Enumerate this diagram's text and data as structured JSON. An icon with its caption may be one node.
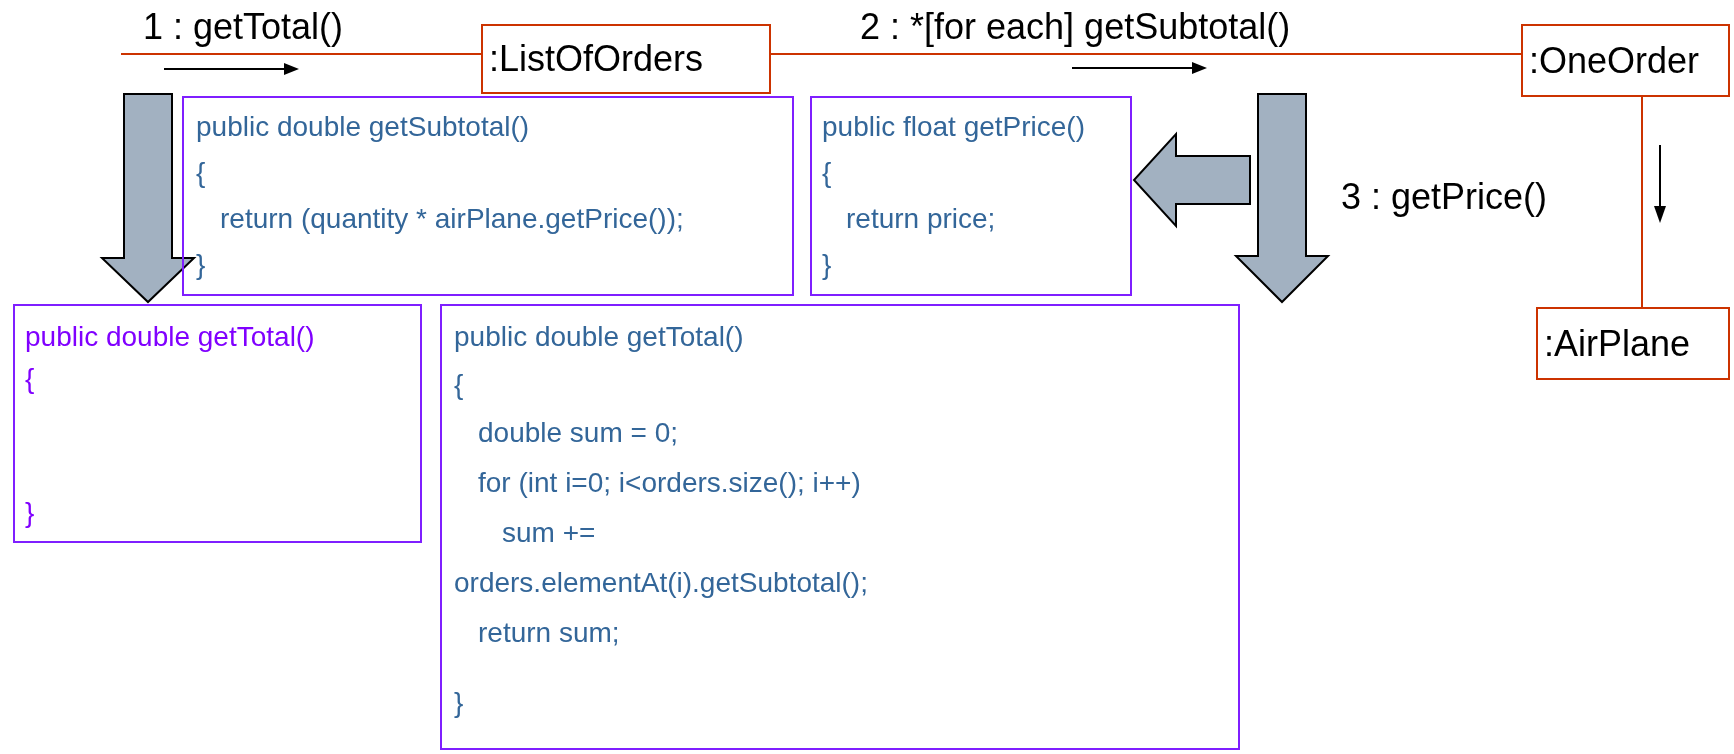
{
  "diagram": {
    "nodes": [
      {
        "text": [
          ":ListOfOrders"
        ]
      },
      {
        "text": [
          ":OneOrder"
        ]
      },
      {
        "text": [
          ":AirPlane"
        ]
      },
      {
        "text": [
          "public double getSubtotal()",
          "{",
          "return (quantity * airPlane.getPrice());",
          "}"
        ]
      },
      {
        "text": [
          "public float getPrice()",
          "{",
          "return price;",
          "}"
        ]
      },
      {
        "text": [
          "public double getTotal()",
          "{",
          "}"
        ]
      },
      {
        "text": [
          "public double getTotal()",
          "{",
          "double sum = 0;",
          "for (int i=0; i<orders.size(); i++)",
          "sum +=",
          "orders.elementAt(i).getSubtotal();",
          "return sum;",
          "}"
        ]
      }
    ],
    "edges": [
      {
        "from": null,
        "to": 0,
        "arrow": "none",
        "label": "1 : getTotal()"
      },
      {
        "from": 0,
        "to": 1,
        "arrow": "none",
        "label": "2 : *[for each] getSubtotal()"
      },
      {
        "from": 1,
        "to": 2,
        "arrow": "none",
        "label": "3 : getPrice()"
      },
      {
        "from": null,
        "to": 5,
        "arrow": "to",
        "style": "thick",
        "color": "#a2b1c1"
      },
      {
        "from": null,
        "to": 6,
        "arrow": "to",
        "style": "thick",
        "color": "#a2b1c1"
      },
      {
        "from": null,
        "to": 4,
        "arrow": "to",
        "style": "thick",
        "color": "#a2b1c1"
      }
    ]
  }
}
